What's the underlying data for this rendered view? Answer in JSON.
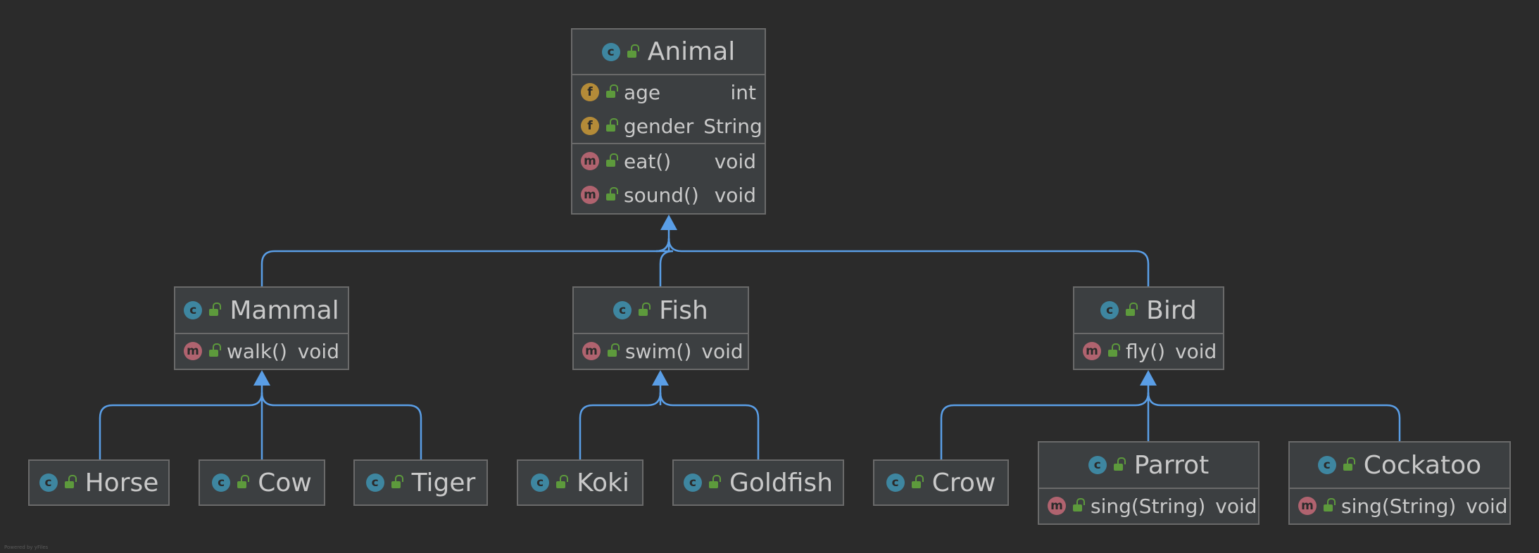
{
  "diagram": {
    "classes": [
      {
        "name": "Animal",
        "fields": [
          {
            "name": "age",
            "type": "int"
          },
          {
            "name": "gender",
            "type": "String"
          }
        ],
        "methods": [
          {
            "name": "eat()",
            "type": "void"
          },
          {
            "name": "sound()",
            "type": "void"
          }
        ]
      },
      {
        "name": "Mammal",
        "parent": "Animal",
        "fields": [],
        "methods": [
          {
            "name": "walk()",
            "type": "void"
          }
        ]
      },
      {
        "name": "Fish",
        "parent": "Animal",
        "fields": [],
        "methods": [
          {
            "name": "swim()",
            "type": "void"
          }
        ]
      },
      {
        "name": "Bird",
        "parent": "Animal",
        "fields": [],
        "methods": [
          {
            "name": "fly()",
            "type": "void"
          }
        ]
      },
      {
        "name": "Horse",
        "parent": "Mammal",
        "fields": [],
        "methods": []
      },
      {
        "name": "Cow",
        "parent": "Mammal",
        "fields": [],
        "methods": []
      },
      {
        "name": "Tiger",
        "parent": "Mammal",
        "fields": [],
        "methods": []
      },
      {
        "name": "Koki",
        "parent": "Fish",
        "fields": [],
        "methods": []
      },
      {
        "name": "Goldfish",
        "parent": "Fish",
        "fields": [],
        "methods": []
      },
      {
        "name": "Crow",
        "parent": "Bird",
        "fields": [],
        "methods": []
      },
      {
        "name": "Parrot",
        "parent": "Bird",
        "fields": [],
        "methods": [
          {
            "name": "sing(String)",
            "type": "void"
          }
        ]
      },
      {
        "name": "Cockatoo",
        "parent": "Bird",
        "fields": [],
        "methods": [
          {
            "name": "sing(String)",
            "type": "void"
          }
        ]
      }
    ],
    "icons": {
      "class": "c",
      "field": "f",
      "method": "m"
    },
    "colors": {
      "background": "#2b2b2b",
      "box": "#3c3f41",
      "border": "#6a6a6a",
      "edge": "#5a9ee6",
      "class_badge": "#3e86a0",
      "field_badge": "#b48b38",
      "method_badge": "#b0636f",
      "visibility": "#5d9a3c"
    },
    "watermark": "Powered by yFiles"
  }
}
